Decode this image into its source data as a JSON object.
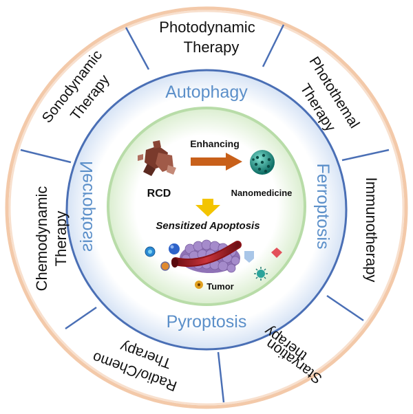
{
  "outer_therapies": [
    {
      "id": "photodynamic",
      "lines": [
        "Photodynamic",
        "Therapy"
      ]
    },
    {
      "id": "photothermal",
      "lines": [
        "Photothemal",
        "Therapy"
      ]
    },
    {
      "id": "immunotherapy",
      "lines": [
        "Immunotherapy"
      ]
    },
    {
      "id": "starvation",
      "lines": [
        "Starvation",
        "therapy"
      ]
    },
    {
      "id": "radio-chemo",
      "lines": [
        "Radio/Chemo",
        "Therapy"
      ]
    },
    {
      "id": "chemodynamic",
      "lines": [
        "Chemodynamic",
        "Therapy"
      ]
    },
    {
      "id": "sonodynamic",
      "lines": [
        "Sonodynamic",
        "Therapy"
      ]
    }
  ],
  "death_modes": {
    "top": "Autophagy",
    "right": "Ferroptosis",
    "bottom": "Pyroptosis",
    "left": "Necroptosis"
  },
  "center": {
    "enhancing": "Enhancing",
    "rcd": "RCD",
    "nanomedicine": "Nanomedicine",
    "apoptosis": "Sensitized Apoptosis",
    "tumor": "Tumor"
  },
  "colors": {
    "outer_ring_glow": "#f3c9a9",
    "blue_ring": "#4a6fb5",
    "death_text": "#5b8fc9",
    "green_ring": "#b8dca8",
    "arrow_orange": "#c8601a",
    "arrow_yellow": "#f3c400",
    "tumor": "#9c7fc0",
    "vessel": "#b01f25"
  }
}
